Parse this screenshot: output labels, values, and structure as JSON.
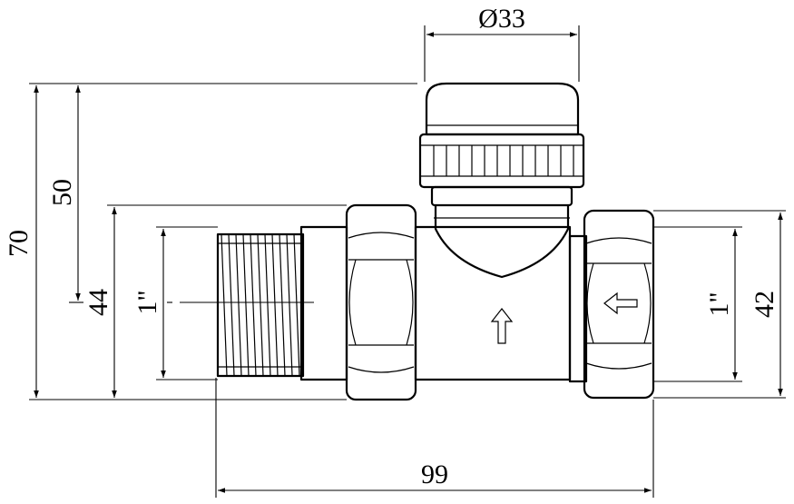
{
  "dimensions": {
    "cap_diameter": "Ø33",
    "total_height": "70",
    "height_to_axis": "50",
    "left_nut_height": "44",
    "left_thread": "1\"",
    "right_thread": "1\"",
    "right_nut_height": "42",
    "total_length": "99"
  }
}
